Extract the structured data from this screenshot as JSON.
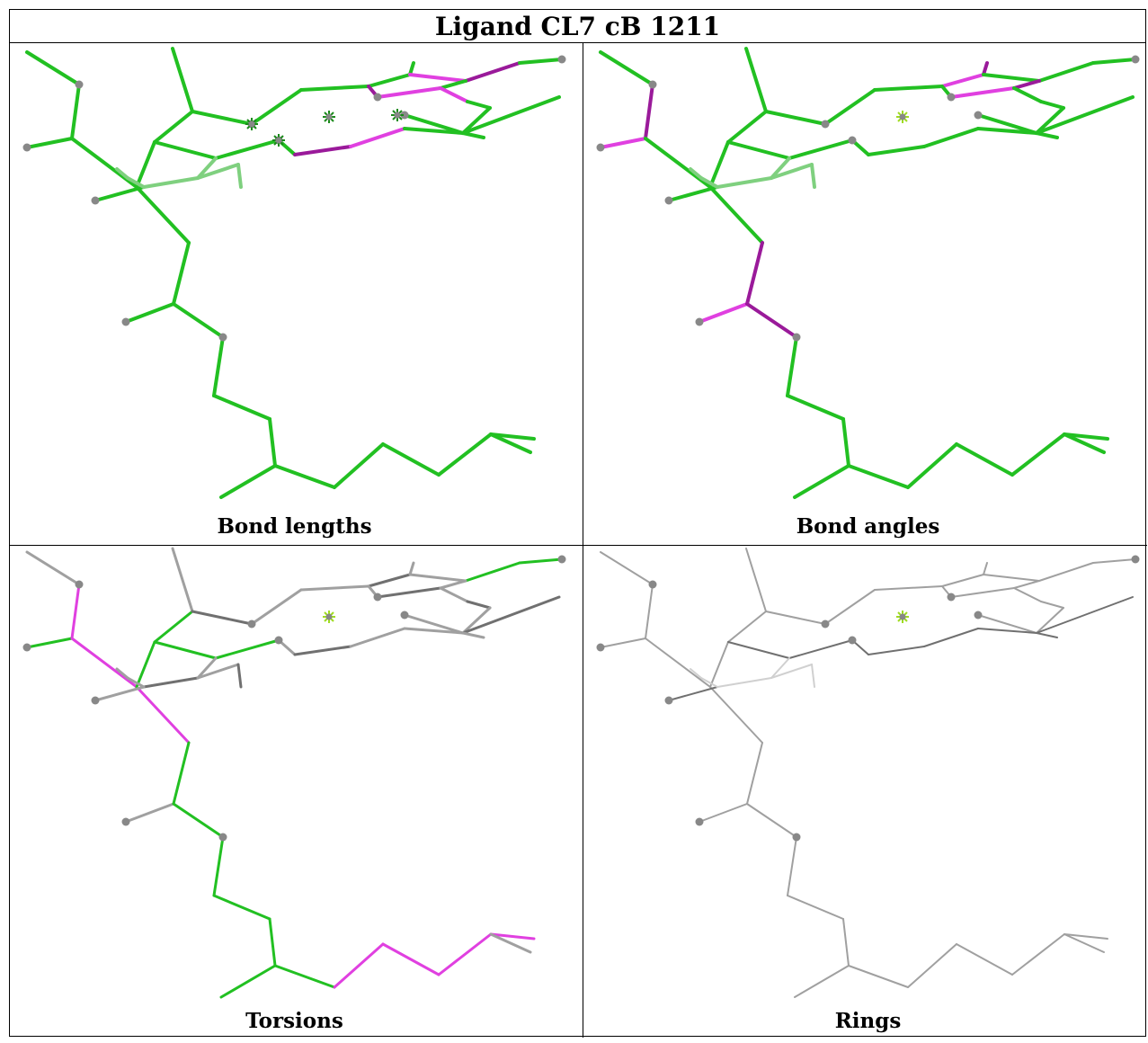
{
  "title": "Ligand CL7 cB 1211",
  "panels": [
    {
      "label": "Bond lengths",
      "scheme": "bond_lengths"
    },
    {
      "label": "Bond angles",
      "scheme": "bond_angles"
    },
    {
      "label": "Torsions",
      "scheme": "torsions"
    },
    {
      "label": "Rings",
      "scheme": "rings"
    }
  ],
  "colors": {
    "ok": "#22c022",
    "ok_dark": "#1a8a1a",
    "ok_light": "#7fd07f",
    "outlier": "#e040e0",
    "outlier_dark": "#9a1a9a",
    "neutral": "#a0a0a0",
    "neutral_dark": "#707070",
    "neutral_light": "#d0d0d0",
    "atom": "#888888"
  }
}
